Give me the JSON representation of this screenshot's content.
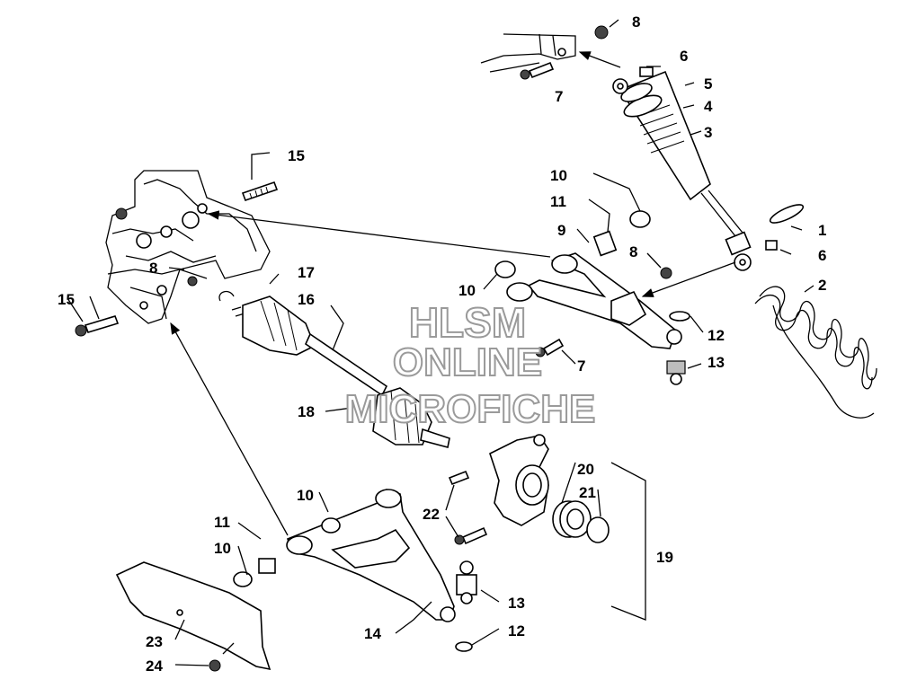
{
  "watermark": {
    "line1": "HLSM",
    "line2": "ONLINE",
    "line3": "MICROFICHE"
  },
  "callouts": {
    "c1": "1",
    "c2": "2",
    "c3": "3",
    "c4": "4",
    "c5": "5",
    "c6a": "6",
    "c6b": "6",
    "c7a": "7",
    "c7b": "7",
    "c8a": "8",
    "c8b": "8",
    "c8c": "8",
    "c9": "9",
    "c10a": "10",
    "c10b": "10",
    "c10c": "10",
    "c10d": "10",
    "c11a": "11",
    "c11b": "11",
    "c12a": "12",
    "c12b": "12",
    "c13a": "13",
    "c13b": "13",
    "c14": "14",
    "c15a": "15",
    "c15b": "15",
    "c16": "16",
    "c17": "17",
    "c18": "18",
    "c19": "19",
    "c20": "20",
    "c21": "21",
    "c22": "22",
    "c23": "23",
    "c24": "24"
  }
}
